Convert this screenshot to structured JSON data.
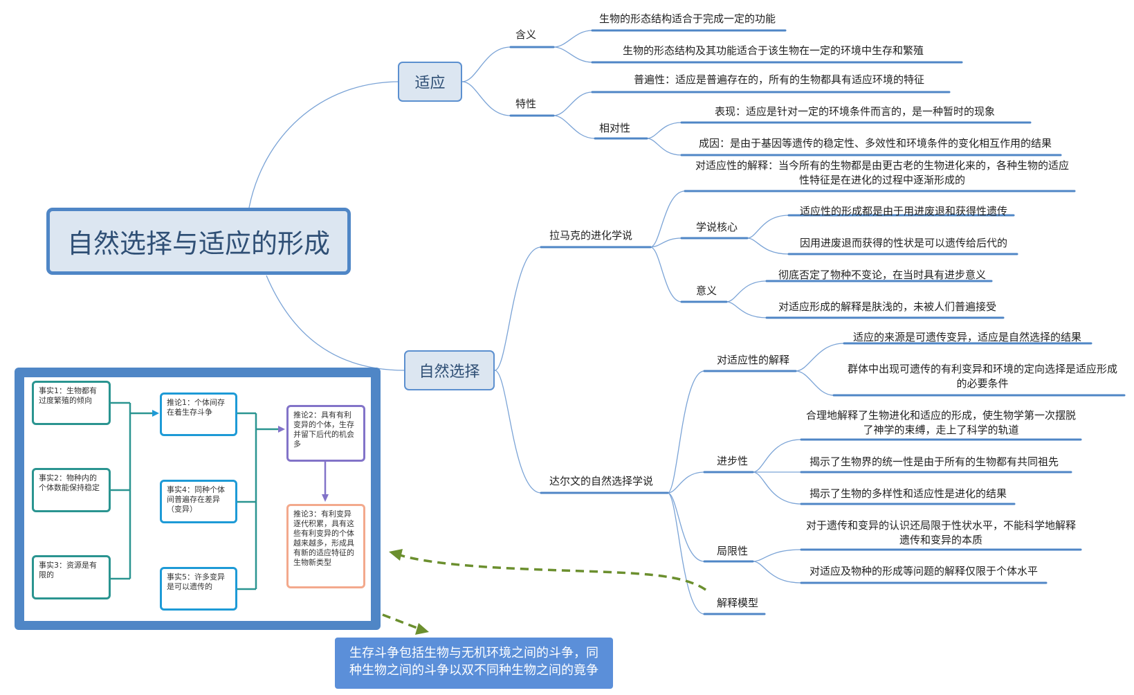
{
  "root": "自然选择与适应的形成",
  "adaptation": {
    "label": "适应",
    "meaning_label": "含义",
    "meaning_items": [
      "生物的形态结构适合于完成一定的功能",
      "生物的形态结构及其功能适合于该生物在一定的环境中生存和繁殖"
    ],
    "traits_label": "特性",
    "universality": "普遍性：适应是普遍存在的，所有的生物都具有适应环境的特征",
    "relativity_label": "相对性",
    "relativity_items": [
      "表现：适应是针对一定的环境条件而言的，是一种暂时的现象",
      "成因：是由于基因等遗传的稳定性、多效性和环境条件的变化相互作用的结果"
    ]
  },
  "natural_selection": {
    "label": "自然选择",
    "lamarck": {
      "label": "拉马克的进化学说",
      "interpretation": "对适应性的解释：当今所有的生物都是由更古老的生物进化来的，各种生物的适应性特征是在进化的过程中逐渐形成的",
      "core_label": "学说核心",
      "core_items": [
        "适应性的形成都是由于用进废退和获得性遗传",
        "因用进废退而获得的性状是可以遗传给后代的"
      ],
      "meaning_label": "意义",
      "meaning_items": [
        "彻底否定了物种不变论，在当时具有进步意义",
        "对适应形成的解释是肤浅的，未被人们普遍接受"
      ]
    },
    "darwin": {
      "label": "达尔文的自然选择学说",
      "interp_label": "对适应性的解释",
      "interp_items": [
        "适应的来源是可遗传变异，适应是自然选择的结果",
        "群体中出现可遗传的有利变异和环境的定向选择是适应形成的必要条件"
      ],
      "progress_label": "进步性",
      "progress_items": [
        "合理地解释了生物进化和适应的形成，使生物学第一次摆脱了神学的束缚，走上了科学的轨道",
        "揭示了生物界的统一性是由于所有的生物都有共同祖先",
        "揭示了生物的多样性和适应性是进化的结果"
      ],
      "limit_label": "局限性",
      "limit_items": [
        "对于遗传和变异的认识还局限于性状水平，不能科学地解释遗传和变异的本质",
        "对适应及物种的形成等问题的解释仅限于个体水平"
      ],
      "model_label": "解释模型"
    }
  },
  "model": {
    "fact1": "事实1：生物都有过度繁殖的倾向",
    "fact2": "事实2：物种内的个体数能保持稳定",
    "fact3": "事实3：资源是有限的",
    "fact4": "事实4：同种个体间普遍存在差异（变异）",
    "fact5": "事实5：许多变异是可以遗传的",
    "infer1": "推论1：个体间存在着生存斗争",
    "infer2": "推论2：具有有利变异的个体，生存并留下后代的机会多",
    "infer3": "推论3：有利变异逐代积累，具有这些有利变异的个体越来越多，形成具有新的适应特征的生物新类型"
  },
  "note": "生存斗争包括生物与无机环境之间的斗争，同种生物之间的斗争以双不同种生物之间的竟争",
  "colors": {
    "line": "#4f86c6",
    "branch_fill": "#dce6f1",
    "dash": "#6b8f2e"
  }
}
